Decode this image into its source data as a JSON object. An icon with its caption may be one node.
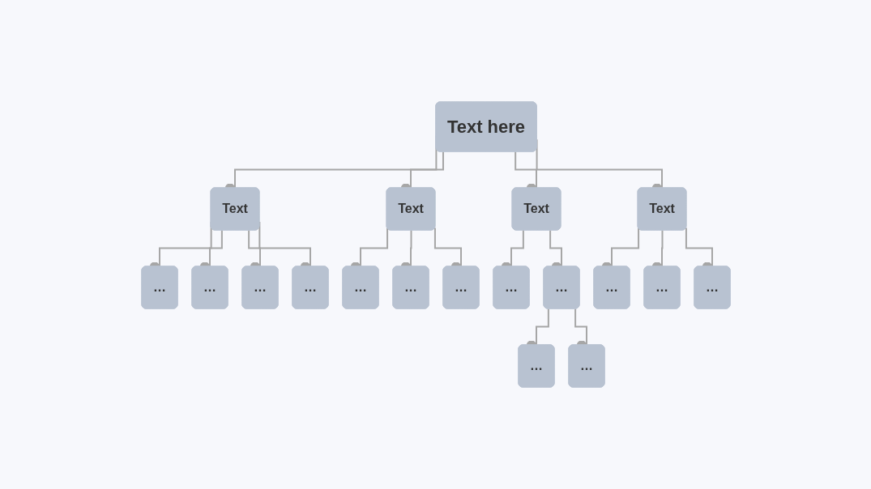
{
  "diagram": {
    "nodes": [
      {
        "text": [
          "Text here"
        ]
      },
      {
        "text": [
          "Text"
        ]
      },
      {
        "text": [
          "Text"
        ]
      },
      {
        "text": [
          "Text"
        ]
      },
      {
        "text": [
          "Text"
        ]
      },
      {
        "text": [
          "…"
        ]
      },
      {
        "text": [
          "…"
        ]
      },
      {
        "text": [
          "…"
        ]
      },
      {
        "text": [
          "…"
        ]
      },
      {
        "text": [
          "…"
        ]
      },
      {
        "text": [
          "…"
        ]
      },
      {
        "text": [
          "…"
        ]
      },
      {
        "text": [
          "…"
        ]
      },
      {
        "text": [
          "…"
        ]
      },
      {
        "text": [
          "…"
        ]
      },
      {
        "text": [
          "…"
        ]
      },
      {
        "text": [
          "…"
        ]
      },
      {
        "text": [
          "…"
        ]
      },
      {
        "text": [
          "…"
        ]
      }
    ],
    "edges": [
      {
        "from": 0,
        "to": 1,
        "arrow": "other"
      },
      {
        "from": 0,
        "to": 2,
        "arrow": "other"
      },
      {
        "from": 0,
        "to": 3,
        "arrow": "other"
      },
      {
        "from": 0,
        "to": 4,
        "arrow": "other"
      },
      {
        "from": 1,
        "to": 5,
        "arrow": "other"
      },
      {
        "from": 1,
        "to": 6,
        "arrow": "other"
      },
      {
        "from": 1,
        "to": 7,
        "arrow": "other"
      },
      {
        "from": 1,
        "to": 8,
        "arrow": "other"
      },
      {
        "from": 2,
        "to": 9,
        "arrow": "other"
      },
      {
        "from": 2,
        "to": 10,
        "arrow": "other"
      },
      {
        "from": 2,
        "to": 11,
        "arrow": "other"
      },
      {
        "from": 3,
        "to": 12,
        "arrow": "other"
      },
      {
        "from": 3,
        "to": 13,
        "arrow": "other"
      },
      {
        "from": 13,
        "to": 14,
        "arrow": "other"
      },
      {
        "from": 13,
        "to": 15,
        "arrow": "other"
      },
      {
        "from": 4,
        "to": 16,
        "arrow": "other"
      },
      {
        "from": 4,
        "to": 17,
        "arrow": "other"
      },
      {
        "from": 4,
        "to": 18,
        "arrow": "other"
      }
    ]
  }
}
